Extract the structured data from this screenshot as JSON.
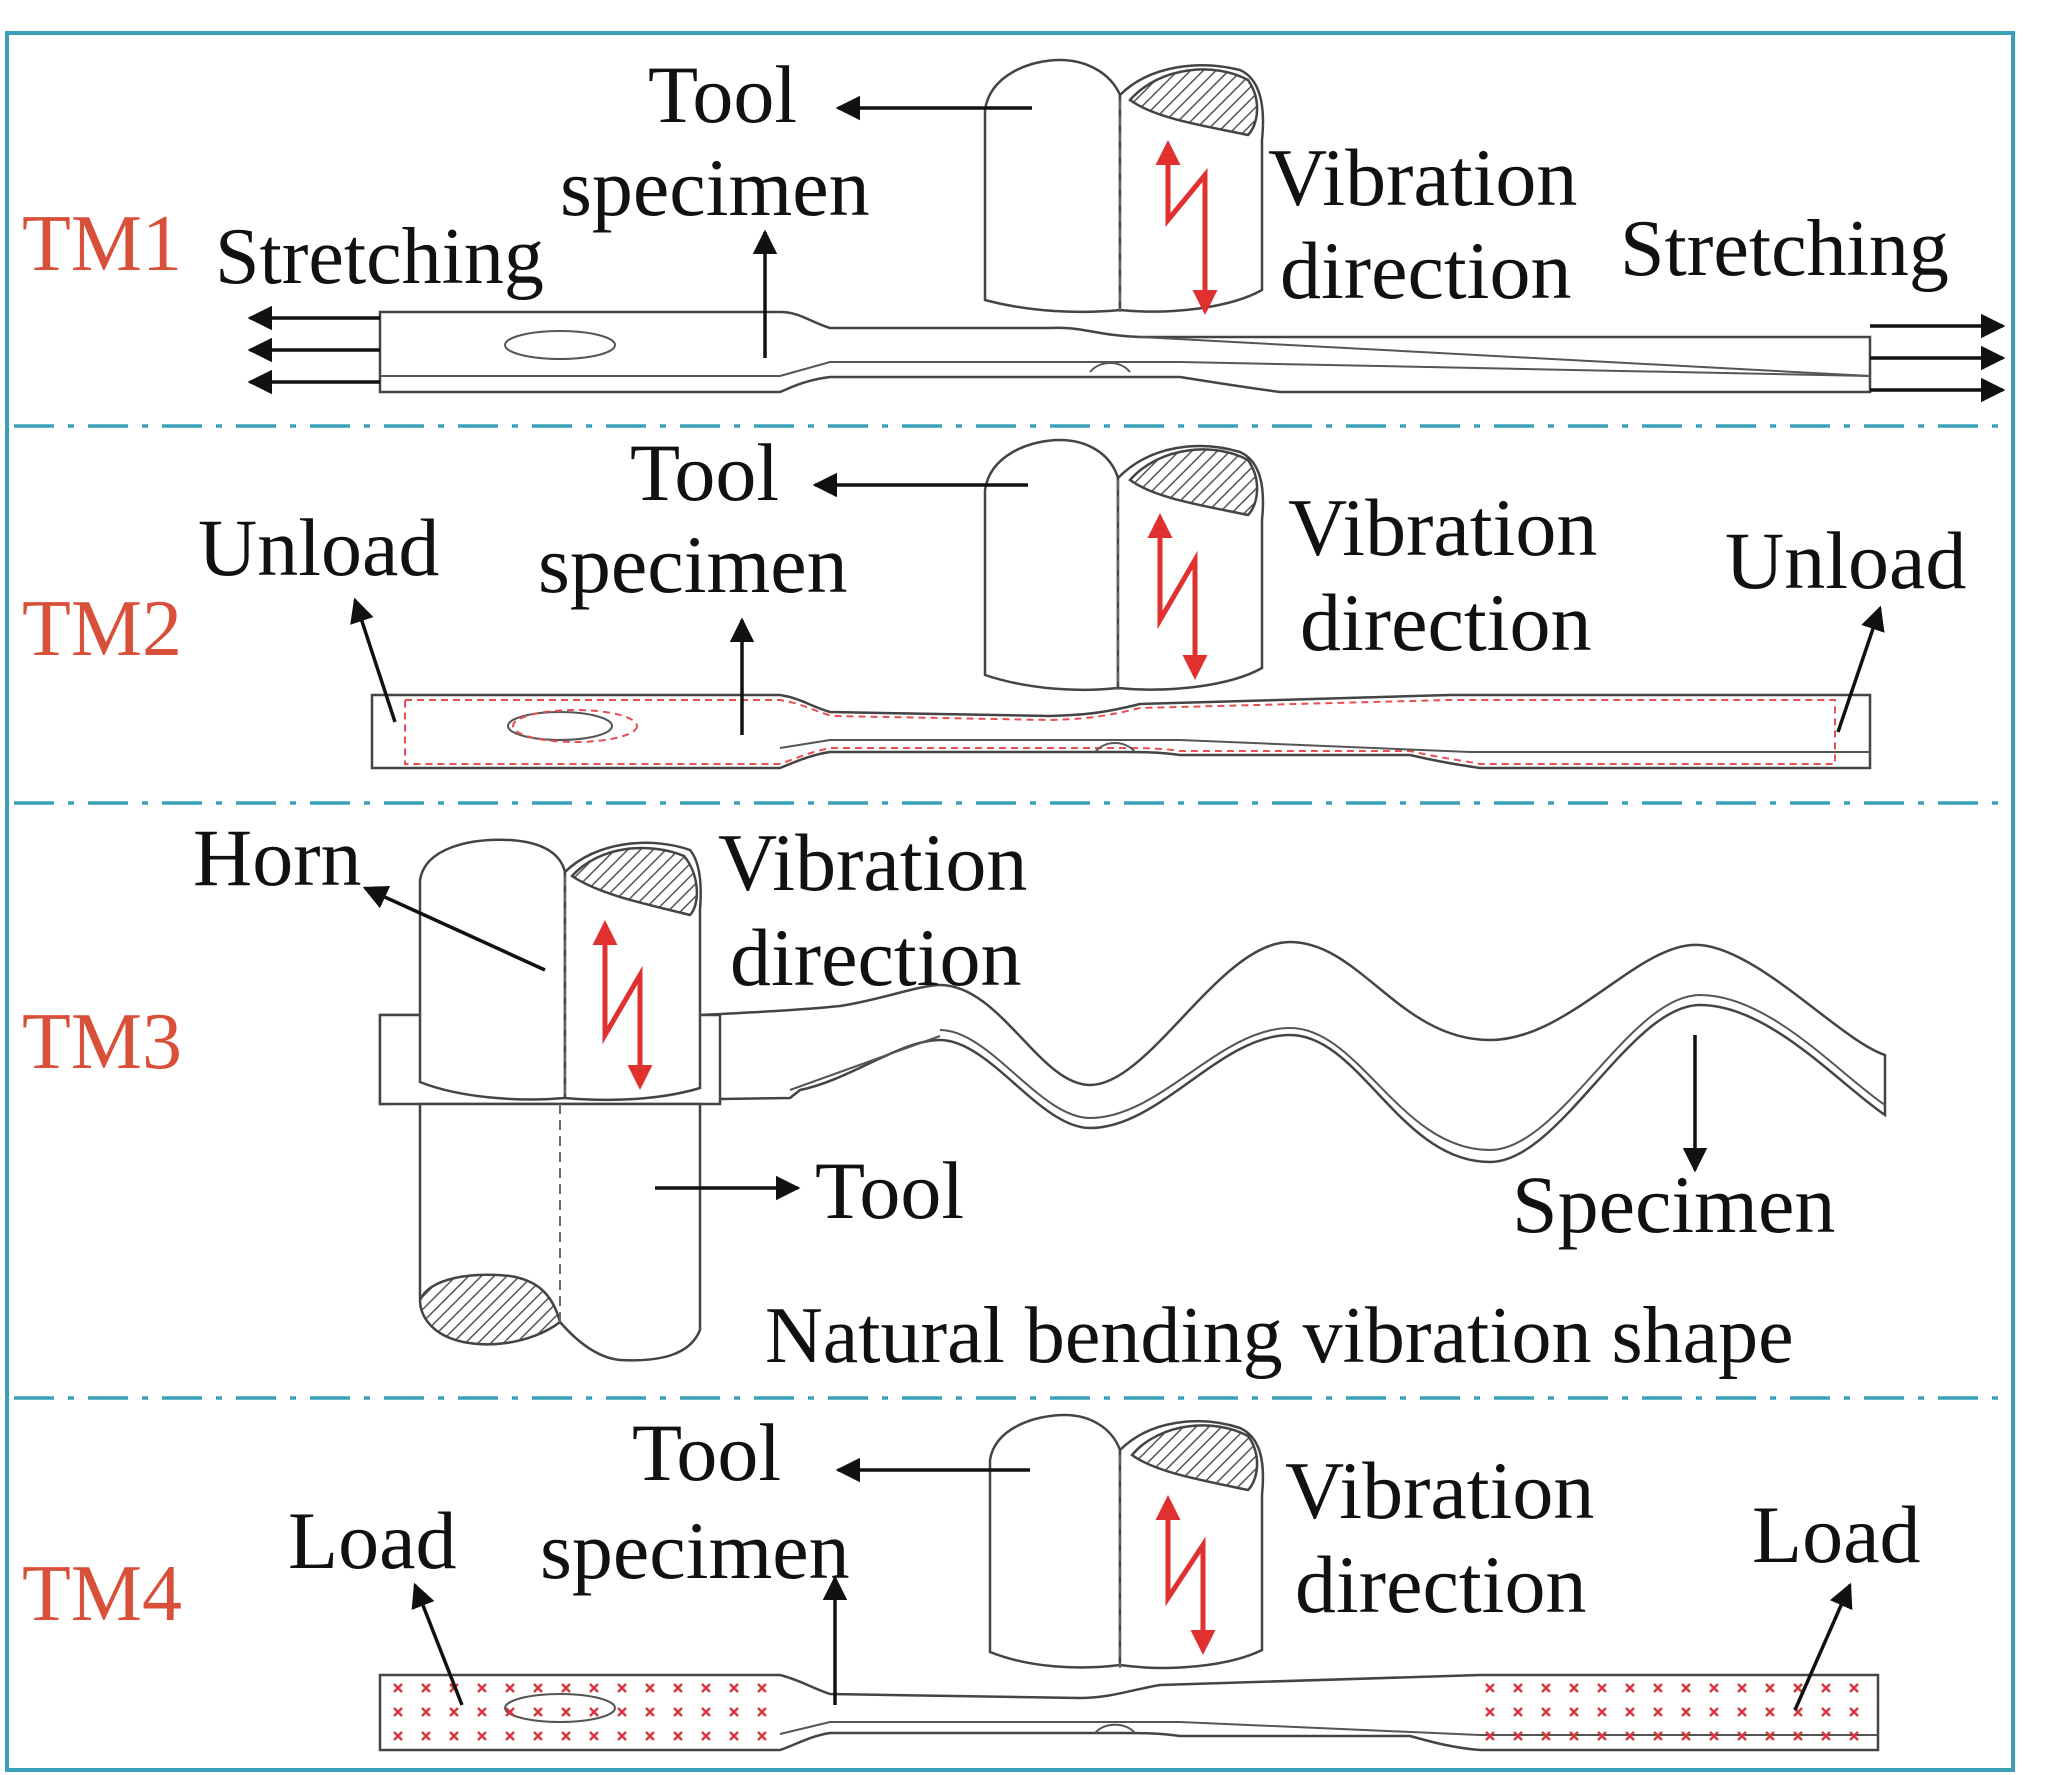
{
  "colors": {
    "frame": "#3aa0b8",
    "mode_label": "#d9503a",
    "vibration_arrow": "#e03030",
    "load_marks": "#d23a3a",
    "unload_outline": "#e55050",
    "ink": "#111111"
  },
  "panels": [
    {
      "id": "TM1",
      "mode_label": "TM1",
      "tool_label": "Tool",
      "specimen_label": "specimen",
      "vibration_label_1": "Vibration",
      "vibration_label_2": "direction",
      "left_label": "Stretching",
      "right_label": "Stretching"
    },
    {
      "id": "TM2",
      "mode_label": "TM2",
      "tool_label": "Tool",
      "specimen_label": "specimen",
      "vibration_label_1": "Vibration",
      "vibration_label_2": "direction",
      "left_label": "Unload",
      "right_label": "Unload"
    },
    {
      "id": "TM3",
      "mode_label": "TM3",
      "horn_label": "Horn",
      "vibration_label_1": "Vibration",
      "vibration_label_2": "direction",
      "tool_label": "Tool",
      "specimen_label": "Specimen",
      "caption": "Natural bending vibration shape"
    },
    {
      "id": "TM4",
      "mode_label": "TM4",
      "tool_label": "Tool",
      "specimen_label": "specimen",
      "vibration_label_1": "Vibration",
      "vibration_label_2": "direction",
      "left_label": "Load",
      "right_label": "Load"
    }
  ]
}
